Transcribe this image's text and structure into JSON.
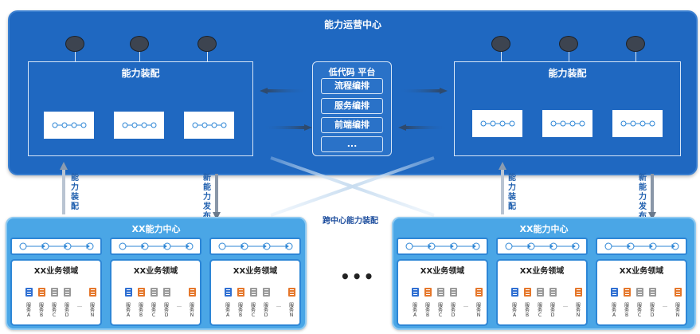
{
  "top": {
    "title": "能力运营中心"
  },
  "assembly": {
    "title": "能力装配"
  },
  "lowcode": {
    "title": "低代码 平台",
    "items": [
      "流程编排",
      "服务编排",
      "前端编排",
      "..."
    ]
  },
  "links": {
    "assemble_label": "能力装配",
    "publish_label": "新能力发布",
    "cross_label": "跨中心能力装配"
  },
  "center": {
    "title": "XX能力中心"
  },
  "domain": {
    "title": "XX业务领域",
    "services": [
      {
        "label": "服务A",
        "color": "#2f6fd2"
      },
      {
        "label": "服务B",
        "color": "#e5772b"
      },
      {
        "label": "服务C",
        "color": "#9a9a9a"
      },
      {
        "label": "服务D",
        "color": "#9a9a9a"
      },
      {
        "label": "…",
        "color": ""
      },
      {
        "label": "服务N",
        "color": "#e5772b"
      }
    ]
  },
  "ellipsis": "•••",
  "colors": {
    "panel_blue": "#1f68c1",
    "center_blue": "#4aa6e6",
    "box_border": "#2d86d6"
  },
  "icons": [
    "node-icon",
    "flow-chain-icon",
    "service-doc-icon",
    "arrow-icon"
  ]
}
